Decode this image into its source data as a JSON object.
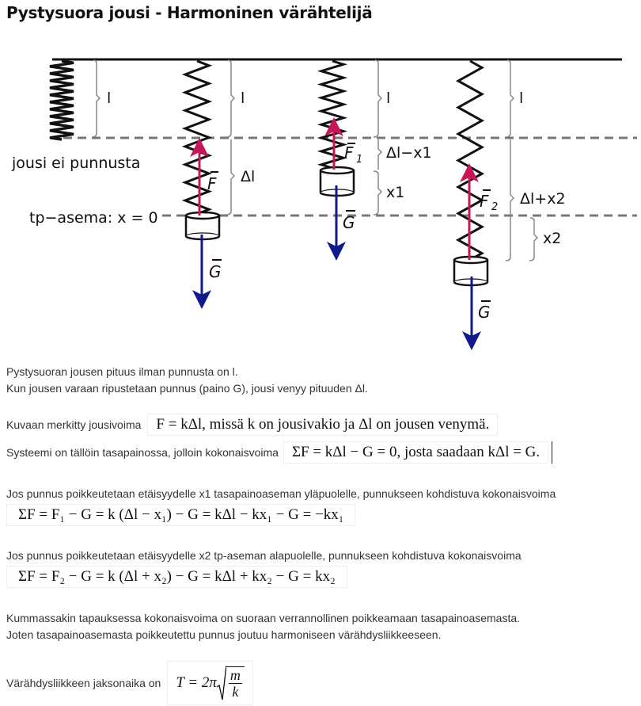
{
  "title": "Pystysuora jousi - Harmoninen värähtelijä",
  "diagram": {
    "label_no_weight": "jousi ei punnusta",
    "label_equilibrium": "tp−asema: x = 0",
    "brace_labels": {
      "l1": "l",
      "l2": "l",
      "l3": "l",
      "l4": "l",
      "delta_l": "Δl",
      "delta_l_minus_x1": "Δl−x1",
      "x1": "x1",
      "delta_l_plus_x2": "Δl+x2",
      "x2": "x2"
    },
    "force_labels": {
      "F": "F",
      "F1": "F",
      "F1_sub": "1",
      "F2": "F",
      "F2_sub": "2",
      "G1": "G",
      "G2": "G",
      "G3": "G"
    },
    "colors": {
      "spring_force": "#c8155a",
      "gravity": "#0f1a8c",
      "dashed_line": "#777777",
      "brace": "#888888"
    }
  },
  "text": {
    "p1_line1": "Pystysuoran jousen pituus ilman punnusta on l.",
    "p1_line2": "Kun jousen varaan ripustetaan punnus (paino G), jousi venyy pituuden Δl.",
    "row1_label": "Kuvaan merkitty jousivoima",
    "row1_formula": "F = kΔl, missä k on jousivakio ja Δl on jousen venymä.",
    "row2_label": "Systeemi on tällöin tasapainossa, jolloin kokonaisvoima",
    "row2_formula": "ΣF = kΔl − G = 0, josta saadaan  kΔl = G.",
    "p3": "Jos punnus poikkeutetaan etäisyydelle x1 tasapainoaseman yläpuolelle, punnukseen kohdistuva kokonaisvoima",
    "formula3": "ΣF = F₁ − G = k (Δl − x₁) − G = kΔl − kx₁ − G = −kx₁",
    "p4": "Jos punnus poikkeutetaan etäisyydelle x2 tp-aseman alapuolelle, punnukseen kohdistuva kokonaisvoima",
    "formula4": "ΣF = F₂ − G = k (Δl + x₂) − G = kΔl + kx₂ − G = kx₂",
    "p5_line1": "Kummassakin tapauksessa kokonaisvoima on suoraan verrannollinen poikkeamaan tasapainoasemasta.",
    "p5_line2": "Joten tasapainoasemasta poikkeutettu punnus joutuu harmoniseen värähdysliikkeeseen.",
    "row6_label": "Värähdysliikkeen jaksonaika on",
    "formula6_lhs": "T = 2π",
    "formula6_num": "m",
    "formula6_den": "k"
  }
}
